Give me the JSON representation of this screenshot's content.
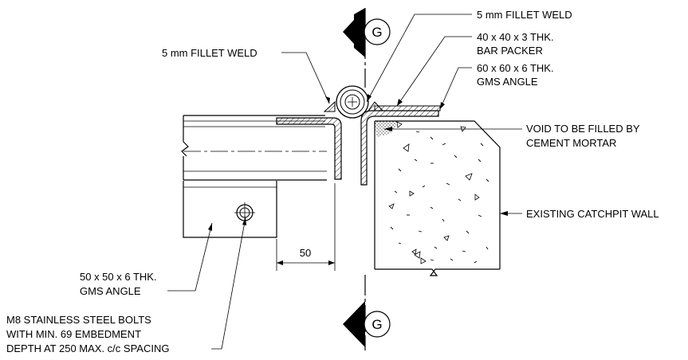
{
  "section_marker": "G",
  "labels": {
    "fillet_weld_left": "5 mm FILLET WELD",
    "fillet_weld_right": "5 mm FILLET WELD",
    "bar_packer_1": "40 x 40 x 3 THK.",
    "bar_packer_2": "BAR PACKER",
    "gms_angle_top_1": "60 x 60 x 6 THK.",
    "gms_angle_top_2": "GMS ANGLE",
    "void_1": "VOID TO BE FILLED BY",
    "void_2": "CEMENT MORTAR",
    "catchpit_wall": "EXISTING CATCHPIT WALL",
    "dimension": "50",
    "gms_angle_bottom_1": "50 x 50 x 6 THK.",
    "gms_angle_bottom_2": "GMS ANGLE",
    "bolts_1": "M8 STAINLESS STEEL BOLTS",
    "bolts_2": "WITH MIN. 69 EMBEDMENT",
    "bolts_3": "DEPTH AT 250 MAX. c/c SPACING"
  }
}
